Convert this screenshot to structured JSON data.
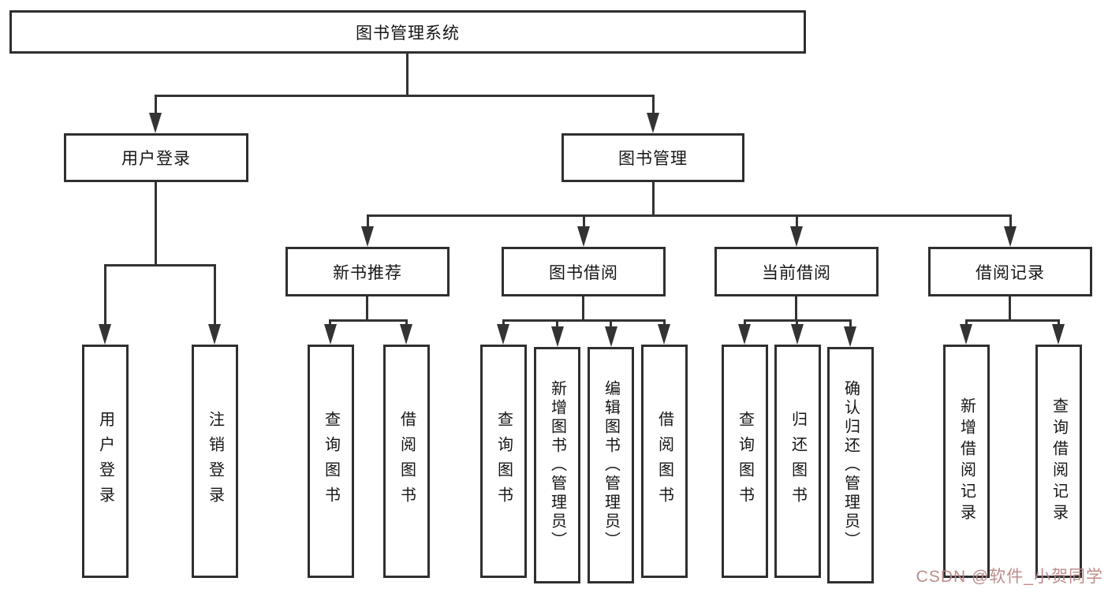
{
  "diagram": {
    "root": {
      "label": "图书管理系统"
    },
    "level2": [
      {
        "label": "用户登录"
      },
      {
        "label": "图书管理"
      }
    ],
    "level3": [
      {
        "label": "新书推荐"
      },
      {
        "label": "图书借阅"
      },
      {
        "label": "当前借阅"
      },
      {
        "label": "借阅记录"
      }
    ],
    "leaves": {
      "login": [
        {
          "label": "用户登录"
        },
        {
          "label": "注销登录"
        }
      ],
      "recommend": [
        {
          "label": "查询图书"
        },
        {
          "label": "借阅图书"
        }
      ],
      "borrow": [
        {
          "label": "查询图书"
        },
        {
          "label": "新增图书（管理员）"
        },
        {
          "label": "编辑图书（管理员）"
        },
        {
          "label": "借阅图书"
        }
      ],
      "current": [
        {
          "label": "查询图书"
        },
        {
          "label": "归还图书"
        },
        {
          "label": "确认归还（管理员）"
        }
      ],
      "records": [
        {
          "label": "新增借阅记录"
        },
        {
          "label": "查询借阅记录"
        }
      ]
    }
  },
  "watermark": {
    "text": "CSDN @软件_小贺同学"
  },
  "colors": {
    "line": "#333333",
    "box_border": "#2f2f2f",
    "text": "#161616",
    "watermark": "#ba8686",
    "background": "#ffffff"
  }
}
